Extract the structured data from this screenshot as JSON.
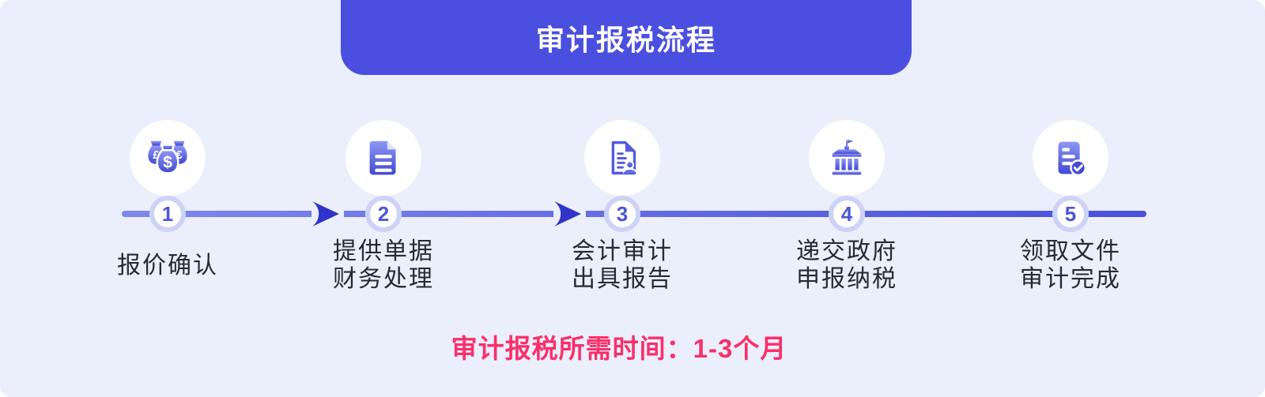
{
  "header": {
    "title": "审计报税流程"
  },
  "steps": [
    {
      "num": "1",
      "icon": "money-bags-icon",
      "lines": [
        "报价确认"
      ]
    },
    {
      "num": "2",
      "icon": "document-icon",
      "lines": [
        "提供单据",
        "财务处理"
      ]
    },
    {
      "num": "3",
      "icon": "audit-report-stamp-icon",
      "lines": [
        "会计审计",
        "出具报告"
      ]
    },
    {
      "num": "4",
      "icon": "government-building-icon",
      "lines": [
        "递交政府",
        "申报纳税"
      ]
    },
    {
      "num": "5",
      "icon": "document-check-icon",
      "lines": [
        "领取文件",
        "审计完成"
      ]
    }
  ],
  "footer": {
    "text": "审计报税所需时间：1-3个月"
  },
  "colors": {
    "page-bg": "#eaeffb",
    "banner-bg": "#4a4fe0",
    "line-start": "#7e88ea",
    "line-end": "#4a50d8",
    "arrow": "#3033c9",
    "ring": "#ccd3f6",
    "number": "#4c55da",
    "label": "#262a33",
    "footer": "#fa2f6a",
    "icon-grad-top": "#8d97f3",
    "icon-grad-bottom": "#4348d4"
  }
}
